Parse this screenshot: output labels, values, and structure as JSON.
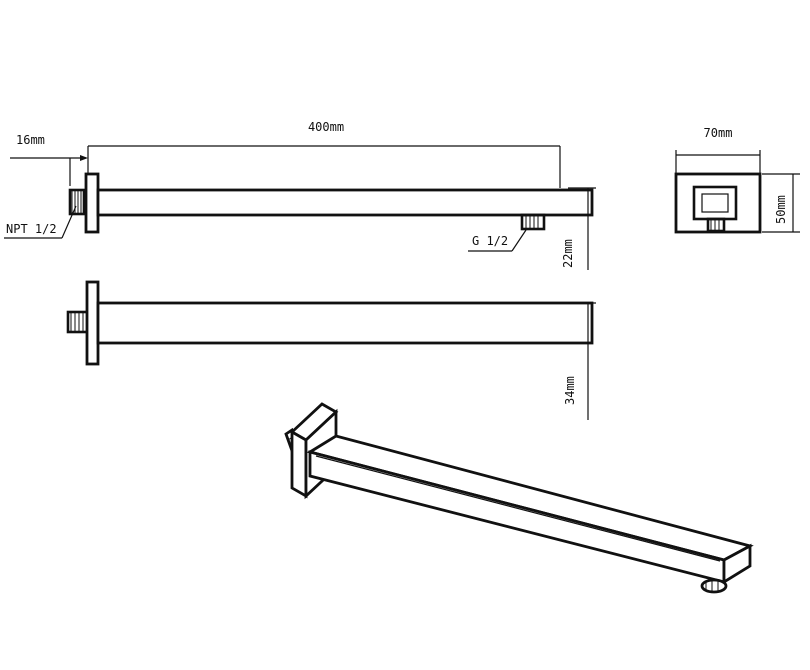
{
  "dimensions": {
    "overall_length": "400mm",
    "flange_depth": "16mm",
    "plate_width": "70mm",
    "plate_height": "50mm",
    "arm_height_side": "22mm",
    "arm_height_top": "34mm"
  },
  "thread_labels": {
    "inlet": "NPT 1/2",
    "outlet": "G 1/2"
  }
}
